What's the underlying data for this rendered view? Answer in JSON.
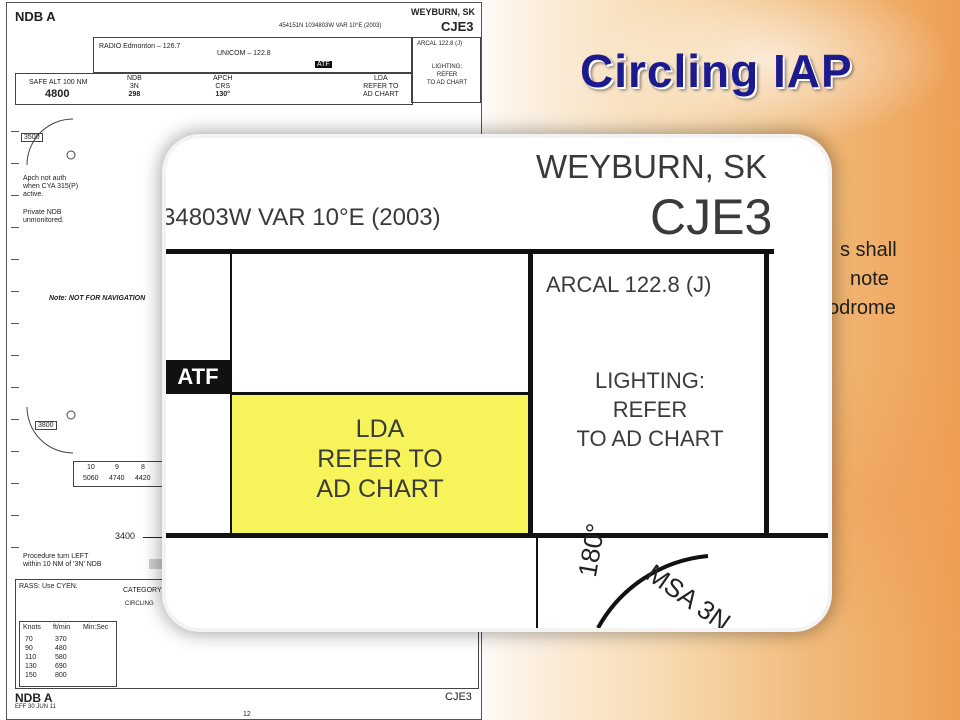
{
  "slide": {
    "title": "Circling IAP",
    "body_lines": [
      "s shall",
      "note",
      "odrome"
    ]
  },
  "chart": {
    "header_left": "NDB A",
    "header_coords": "454151N 1034803W VAR 10°E (2003)",
    "header_location": "WEYBURN, SK",
    "header_id": "CJE3",
    "radio": "RADIO Edmonton – 126.7",
    "unicom": "UNICOM – 122.8",
    "atf": "ATF",
    "arcal": "ARCAL 122.8 (J)",
    "lighting": [
      "LIGHTING:",
      "REFER",
      "TO AD CHART"
    ],
    "safe_alt_label": "SAFE ALT 100 NM",
    "safe_alt_value": "4800",
    "ndb_label": "NDB",
    "ndb_id": "3N",
    "ndb_freq": "298",
    "apch_label": "APCH",
    "crs_label": "CRS",
    "crs_value": "130°",
    "lda": [
      "LDA",
      "REFER TO",
      "AD CHART"
    ],
    "msa_value": "3500",
    "note_apch": [
      "Apch not auth",
      "when CYA 315(P)",
      "active."
    ],
    "note_private": [
      "Private NDB",
      "unmonitored."
    ],
    "not_for_nav": "Note: NOT FOR NAVIGATION",
    "msa2_value": "3800",
    "dist_headers": [
      "10",
      "9",
      "8"
    ],
    "dist_values": [
      "5060",
      "4740",
      "4420"
    ],
    "alt_3400": "3400",
    "procedure_turn": [
      "Procedure turn LEFT",
      "within 10 NM of '3N' NDB"
    ],
    "rass": "RASS: Use CYEN.",
    "category": "CATEGORY",
    "circling": "CIRCLING",
    "table_headers": [
      "Knots",
      "ft/min",
      "Min:Sec"
    ],
    "table_rows": [
      [
        "70",
        "370",
        ""
      ],
      [
        "90",
        "480",
        ""
      ],
      [
        "110",
        "580",
        ""
      ],
      [
        "130",
        "690",
        ""
      ],
      [
        "150",
        "800",
        ""
      ]
    ],
    "footer_left": "NDB A",
    "footer_eff": "EFF 30 JUN 11",
    "footer_id": "CJE3",
    "page_number": "12"
  },
  "zoom": {
    "location": "WEYBURN, SK",
    "id": "CJE3",
    "coords": "34803W  VAR 10°E (2003)",
    "atf": "ATF",
    "arcal": "ARCAL 122.8 (J)",
    "lighting": [
      "LIGHTING:",
      "REFER",
      "TO AD CHART"
    ],
    "lda": [
      "LDA",
      "REFER TO",
      "AD CHART"
    ],
    "bearing": "180°",
    "msa": "MSA 3N"
  },
  "colors": {
    "title": "#1b1a8f",
    "lda_highlight": "#f6f45a"
  }
}
